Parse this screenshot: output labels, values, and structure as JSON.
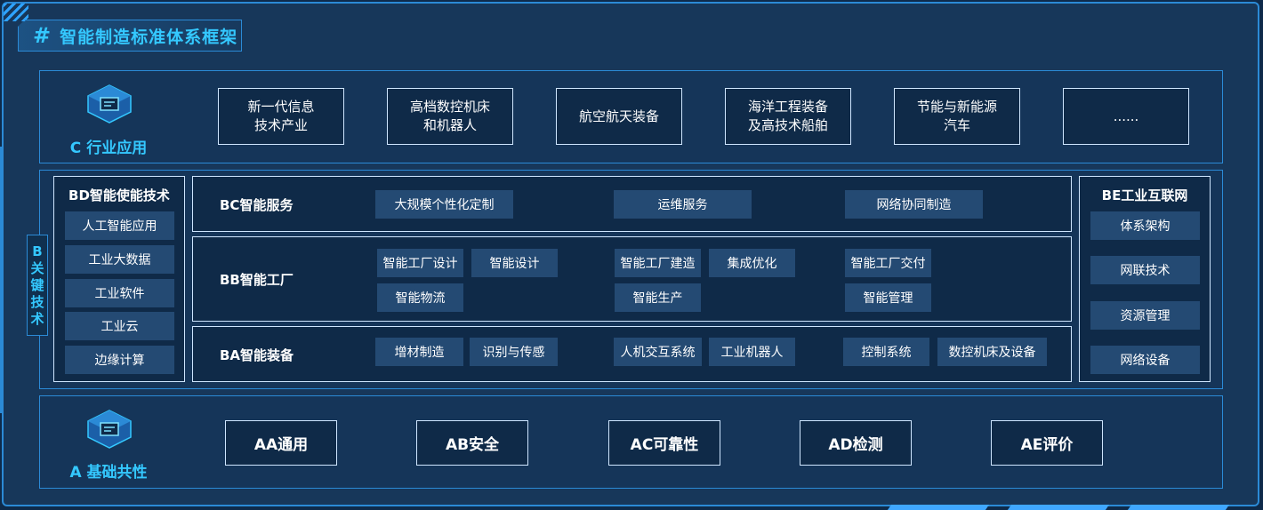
{
  "title": "智能制造标准体系框架",
  "c_layer": {
    "label": "C 行业应用",
    "items": [
      {
        "line1": "新一代信息",
        "line2": "技术产业"
      },
      {
        "line1": "高档数控机床",
        "line2": "和机器人"
      },
      {
        "line1": "航空航天装备",
        "line2": ""
      },
      {
        "line1": "海洋工程装备",
        "line2": "及高技术船舶"
      },
      {
        "line1": "节能与新能源",
        "line2": "汽车"
      },
      {
        "line1": "......",
        "line2": ""
      }
    ]
  },
  "b_layer": {
    "label_chars": [
      "B",
      "关",
      "键",
      "技",
      "术"
    ],
    "bd": {
      "title": "BD智能使能技术",
      "items": [
        "人工智能应用",
        "工业大数据",
        "工业软件",
        "工业云",
        "边缘计算"
      ]
    },
    "be": {
      "title": "BE工业互联网",
      "items": [
        "体系架构",
        "网联技术",
        "资源管理",
        "网络设备"
      ]
    },
    "bc": {
      "title": "BC智能服务",
      "items": [
        "大规模个性化定制",
        "运维服务",
        "网络协同制造"
      ]
    },
    "bb": {
      "title": "BB智能工厂",
      "items": [
        "智能工厂设计",
        "智能设计",
        "智能工厂建造",
        "集成优化",
        "智能工厂交付",
        "智能物流",
        "智能生产",
        "智能管理"
      ]
    },
    "ba": {
      "title": "BA智能装备",
      "items": [
        "增材制造",
        "识别与传感",
        "人机交互系统",
        "工业机器人",
        "控制系统",
        "数控机床及设备"
      ]
    }
  },
  "a_layer": {
    "label": "A 基础共性",
    "items": [
      "AA通用",
      "AB安全",
      "AC可靠性",
      "AD检测",
      "AE评价"
    ]
  },
  "colors": {
    "accent": "#34c8ff",
    "border": "#2b8ad6",
    "chip": "#244a73",
    "background": "#17375a"
  }
}
